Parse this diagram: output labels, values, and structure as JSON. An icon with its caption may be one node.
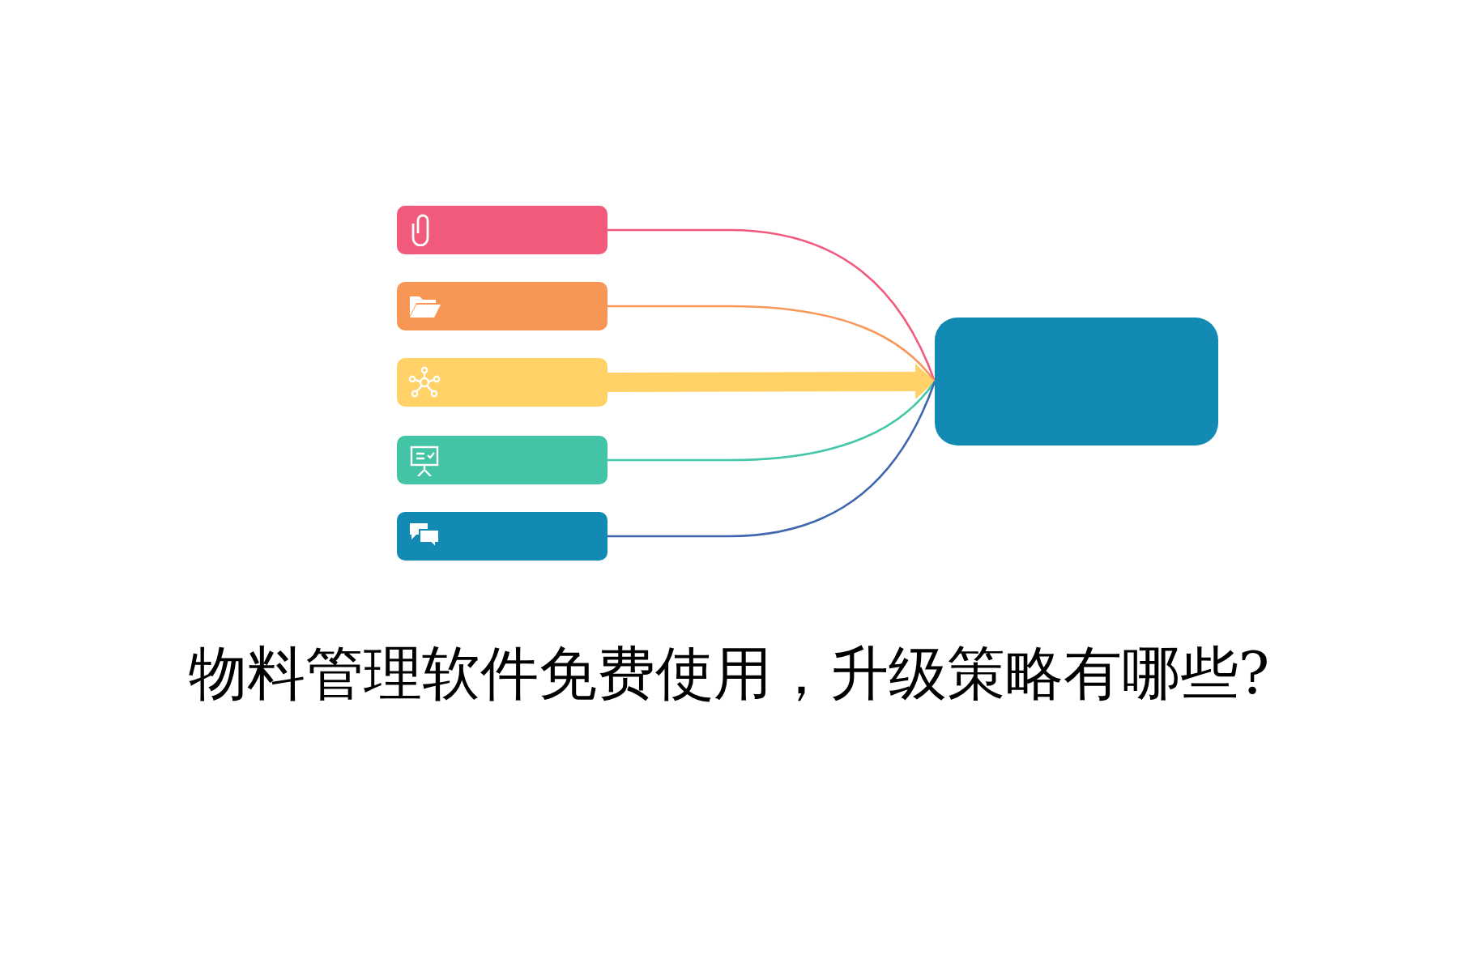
{
  "diagram": {
    "title": "物料管理软件免费使用，升级策略有哪些?",
    "nodes": [
      {
        "text": [],
        "shape": "box"
      },
      {
        "text": [],
        "shape": "box"
      },
      {
        "text": [],
        "shape": "box"
      },
      {
        "text": [],
        "shape": "box"
      },
      {
        "text": [],
        "shape": "box"
      },
      {
        "text": [],
        "shape": "box"
      }
    ],
    "edges": [
      {
        "from": 0,
        "to": 5,
        "arrow": "none",
        "color": "#f05a7e"
      },
      {
        "from": 1,
        "to": 5,
        "arrow": "none",
        "color": "#f7975a"
      },
      {
        "from": 2,
        "to": 5,
        "arrow": "to",
        "style": "thick",
        "color": "#ffd166"
      },
      {
        "from": 3,
        "to": 5,
        "arrow": "none",
        "color": "#44c7a8"
      },
      {
        "from": 4,
        "to": 5,
        "arrow": "none",
        "color": "#3f67b0"
      }
    ]
  }
}
